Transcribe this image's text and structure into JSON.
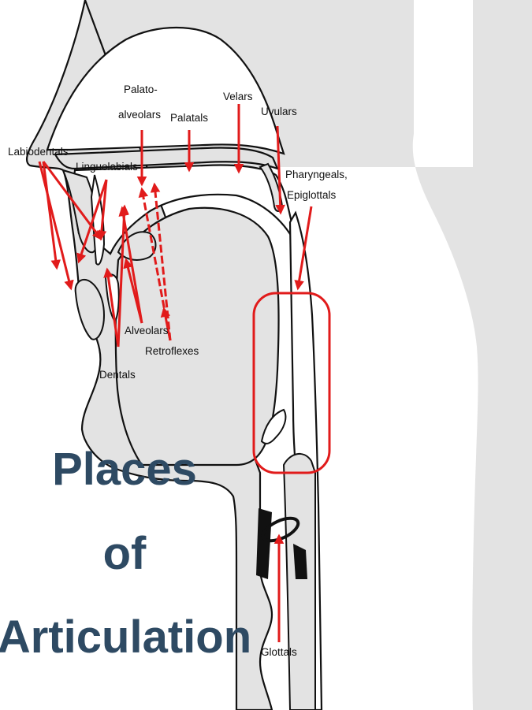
{
  "title_lines": [
    "Places",
    "of",
    "Articulation"
  ],
  "labels": {
    "labiodentals": "Labiodentals",
    "linguolabials": "Linguolabials",
    "palato_line1": "Palato-",
    "palato_line2": "alveolars",
    "palatals": "Palatals",
    "velars": "Velars",
    "uvulars": "Uvulars",
    "pharyngeals_line1": "Pharyngeals,",
    "pharyngeals_line2": "Epiglottals",
    "alveolars": "Alveolars",
    "retroflexes": "Retroflexes",
    "dentals": "Dentals",
    "glottals": "Glottals"
  },
  "colors": {
    "arrow": "#e11b1b",
    "title": "#2e4a63",
    "tissue": "#e3e3e3",
    "outline": "#111111",
    "background": "#ffffff"
  }
}
